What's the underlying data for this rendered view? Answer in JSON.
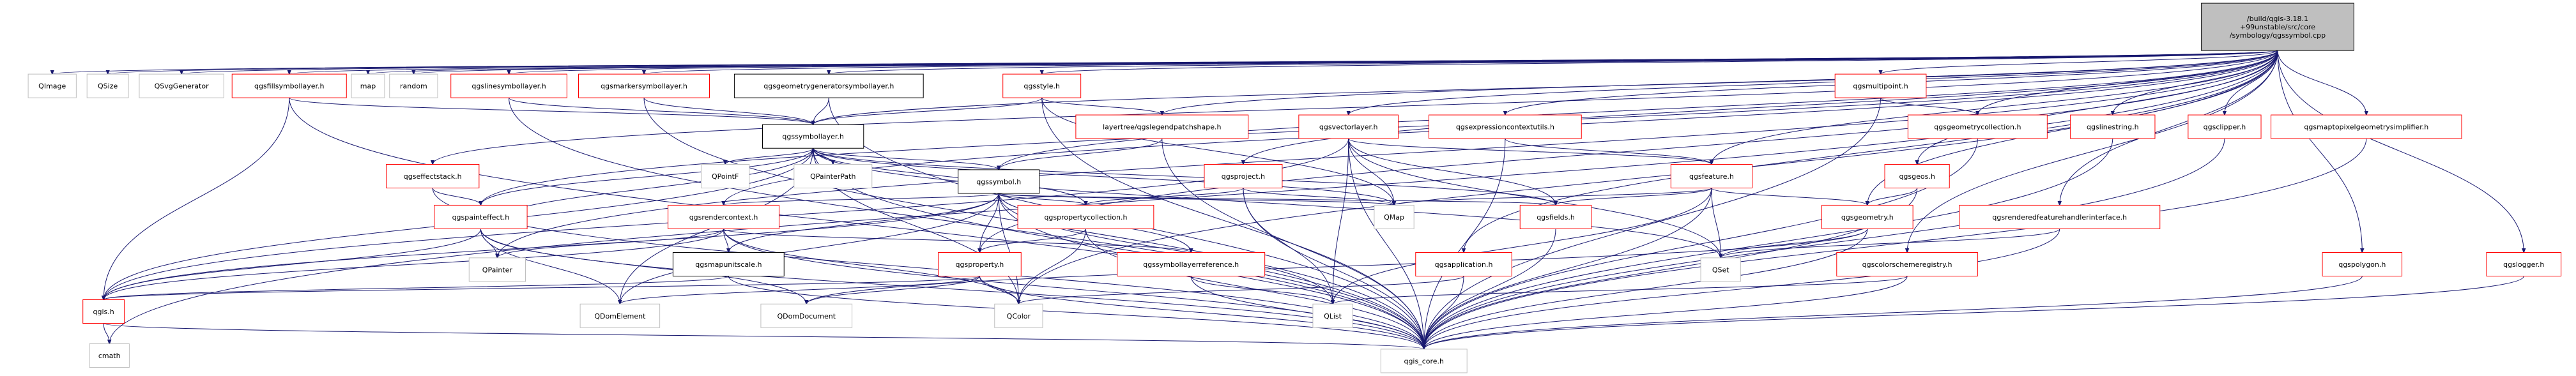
{
  "colors": {
    "root_fill": "#bfbfbf",
    "node_border_red": "#ff0000",
    "node_border_grey": "#bfbfbf",
    "node_border_black": "#000000",
    "text": "#000000",
    "edge": "#191970"
  },
  "root": {
    "lines": [
      "/build/qgis-3.18.1",
      "+99unstable/src/core",
      "/symbology/qgssymbol.cpp"
    ]
  },
  "nodes": {
    "qimage": "QImage",
    "qsize": "QSize",
    "qsvggenerator": "QSvgGenerator",
    "qgsfillsymbollayer": "qgsfillsymbollayer.h",
    "map": "map",
    "random": "random",
    "qgslinesymbollayer": "qgslinesymbollayer.h",
    "qgsmarkersymbollayer": "qgsmarkersymbollayer.h",
    "qgsgeometrygeneratorsymbollayer": "qgsgeometrygeneratorsymbollayer.h",
    "qgsstyle": "qgsstyle.h",
    "legendpatchshape": "layertree/qgslegendpatchshape.h",
    "qgssymbollayer": "qgssymbollayer.h",
    "qgsvectorlayer": "qgsvectorlayer.h",
    "qgsexpressioncontextutils": "qgsexpressioncontextutils.h",
    "qgsmultipoint": "qgsmultipoint.h",
    "qgsgeometrycollection": "qgsgeometrycollection.h",
    "qgslinestring": "qgslinestring.h",
    "qgsclipper": "qgsclipper.h",
    "qgsmaptopixelgeometrysimplifier": "qgsmaptopixelgeometrysimplifier.h",
    "qgseffectstack": "qgseffectstack.h",
    "qpointf": "QPointF",
    "qpainterpath": "QPainterPath",
    "qgssymbol": "qgssymbol.h",
    "qgsproject": "qgsproject.h",
    "qgsfeature": "qgsfeature.h",
    "qgsgeos": "qgsgeos.h",
    "qgspainteffect": "qgspainteffect.h",
    "qgsrendercontext": "qgsrendercontext.h",
    "qgspropertycollection": "qgspropertycollection.h",
    "qmap": "QMap",
    "qgsfields": "qgsfields.h",
    "qgsgeometry": "qgsgeometry.h",
    "qgsrenderedfeaturehandlerinterface": "qgsrenderedfeaturehandlerinterface.h",
    "qpainter": "QPainter",
    "qgsmapunitscale": "qgsmapunitscale.h",
    "qgsproperty": "qgsproperty.h",
    "qgssymbollayerreference": "qgssymbollayerreference.h",
    "qgsapplication": "qgsapplication.h",
    "qset": "QSet",
    "qgscolorschemeregistry": "qgscolorschemeregistry.h",
    "qgspolygon": "qgspolygon.h",
    "qgslogger": "qgslogger.h",
    "qgis": "qgis.h",
    "qdomelement": "QDomElement",
    "qdomdocument": "QDomDocument",
    "qcolor": "QColor",
    "qlist": "QList",
    "cmath": "cmath",
    "qgis_core": "qgis_core.h"
  }
}
